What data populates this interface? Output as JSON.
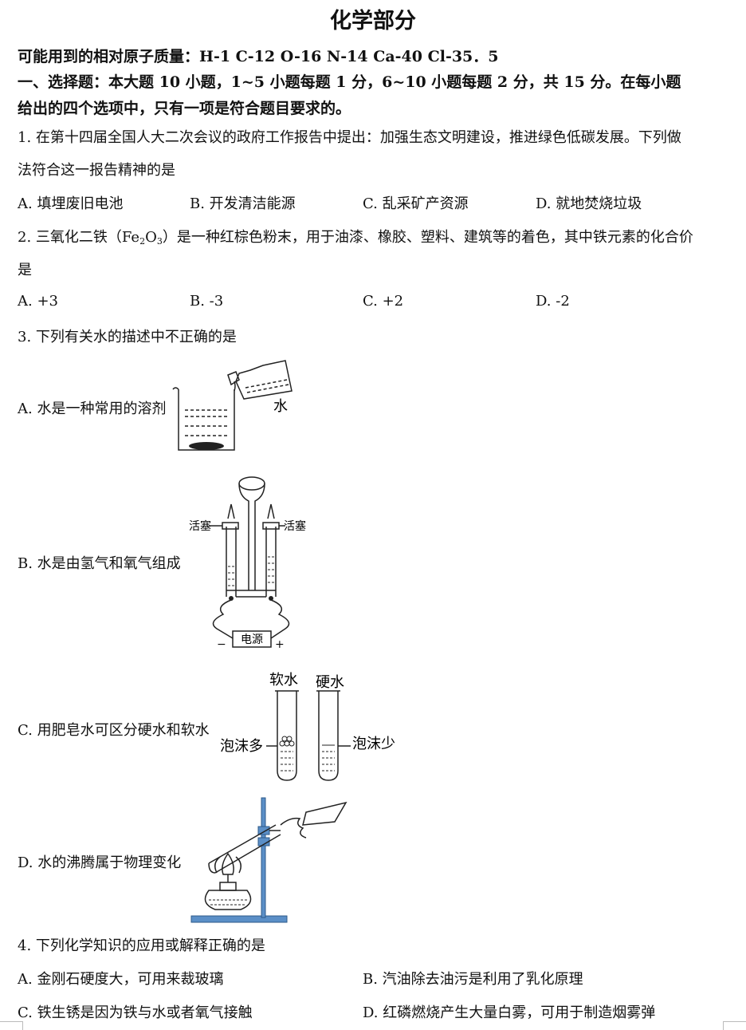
{
  "title": "化学部分",
  "atomic_masses": "可能用到的相对原子质量：H-1    C-12    O-16    N-14    Ca-40    Cl-35．5",
  "section_line1": "一、选择题：本大题 10 小题，1~5 小题每题 1 分，6~10 小题每题 2 分，共 15 分。在每小题",
  "section_line2": "给出的四个选项中，只有一项是符合题目要求的。",
  "q1": {
    "line1": "1. 在第十四届全国人大二次会议的政府工作报告中提出：加强生态文明建设，推进绿色低碳发展。下列做",
    "line2": "法符合这一报告精神的是",
    "options": [
      "A. 填埋废旧电池",
      "B. 开发清洁能源",
      "C. 乱采矿产资源",
      "D. 就地焚烧垃圾"
    ]
  },
  "q2": {
    "prefix": "2. 三氧化二铁（",
    "formula": {
      "el1": "Fe",
      "n1": "2",
      "el2": "O",
      "n2": "3"
    },
    "suffix": "）是一种红棕色粉末，用于油漆、橡胶、塑料、建筑等的着色，其中铁元素的化合价",
    "line2": "是",
    "options": [
      "A. +3",
      "B. -3",
      "C. +2",
      "D. -2"
    ]
  },
  "q3": {
    "stem": "3. 下列有关水的描述中不正确的是",
    "options": [
      "A. 水是一种常用的溶剂",
      "B. 水是由氢气和氧气组成",
      "C. 用肥皂水可区分硬水和软水",
      "D. 水的沸腾属于物理变化"
    ],
    "figA": {
      "water": "水"
    },
    "figB": {
      "stopcock_left": "活塞",
      "stopcock_right": "活塞",
      "power": "电源",
      "minus": "−",
      "plus": "+"
    },
    "figC": {
      "soft": "软水",
      "hard": "硬水",
      "foam_many": "泡沫多",
      "foam_few": "泡沫少"
    }
  },
  "q4": {
    "stem": "4. 下列化学知识的应用或解释正确的是",
    "options": [
      "A. 金刚石硬度大，可用来裁玻璃",
      "B. 汽油除去油污是利用了乳化原理",
      "C. 铁生锈是因为铁与水或者氧气接触",
      "D. 红磷燃烧产生大量白雾，可用于制造烟雾弹"
    ]
  }
}
